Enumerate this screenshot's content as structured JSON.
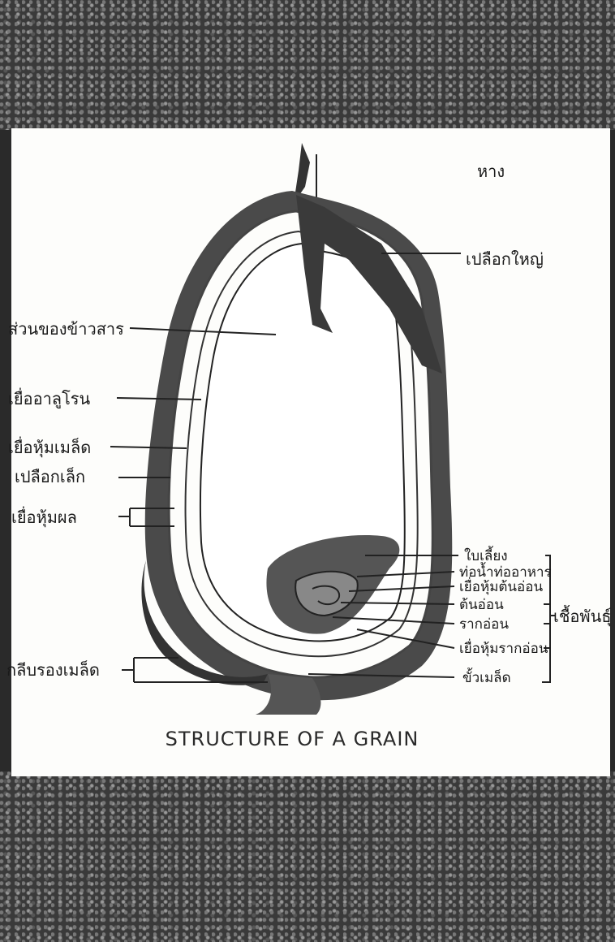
{
  "figure": {
    "title": "STRUCTURE OF A GRAIN",
    "labels": {
      "awn": "หาง",
      "hull": "เปลือกใหญ่",
      "starch": "ส่วนของข้าวสาร",
      "aleurone": "เยื่ออาลูโรน",
      "seed_coat_membrane": "เยื่อหุ้มเมล็ด",
      "small_husk": "เปลือกเล็ก",
      "pericarp": "เยื่อหุ้มผล",
      "glumes": "กลีบรองเมล็ด",
      "scutellum": "ใบเลี้ยง",
      "food_tube": "ท่อน้ำท่ออาหาร",
      "coleoptile": "เยื่อหุ้มต้นอ่อน",
      "plumule": "ต้นอ่อน",
      "radicle": "รากอ่อน",
      "coleorhiza": "เยื่อหุ้มรากอ่อน",
      "seed_stalk": "ขั้วเมล็ด",
      "embryo": "เชื้อพันธุ์"
    }
  }
}
